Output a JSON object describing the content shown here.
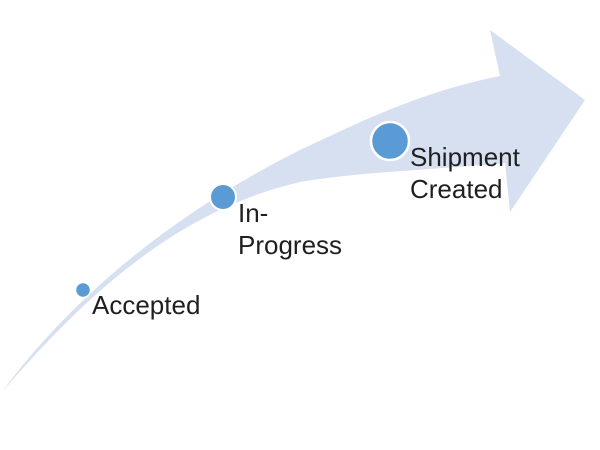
{
  "diagram": {
    "stages": [
      {
        "label_lines": [
          "Accepted"
        ]
      },
      {
        "label_lines": [
          "In-",
          "Progress"
        ]
      },
      {
        "label_lines": [
          "Shipment",
          "Created"
        ]
      }
    ]
  },
  "colors": {
    "arrow": "#d6e0f0",
    "dot_fill": "#5b9bd5",
    "dot_stroke": "#ffffff"
  },
  "icons": {
    "arrow": "curved-arrow-icon",
    "marker": "circle-marker-icon"
  }
}
